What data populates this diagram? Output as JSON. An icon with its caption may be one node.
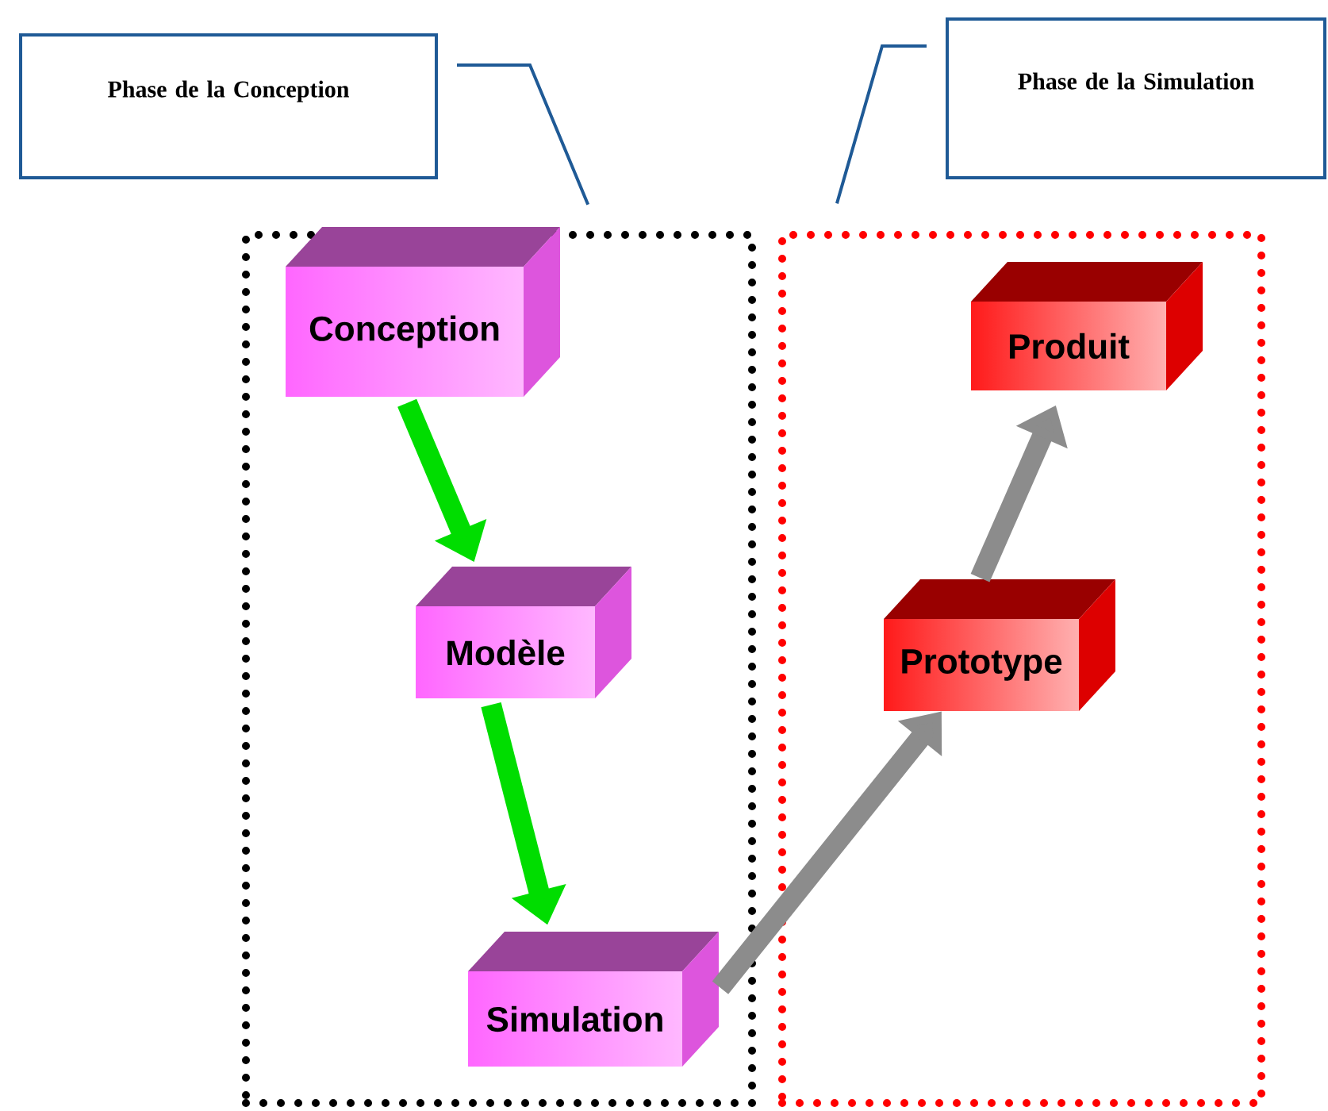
{
  "diagram": {
    "nodes": [
      {
        "text": [
          "Phase de la Conception"
        ]
      },
      {
        "text": [
          "Phase de la Simulation"
        ]
      },
      {
        "text": [],
        "shape": "box"
      },
      {
        "text": [],
        "shape": "box"
      },
      {
        "text": [
          "Conception"
        ],
        "in": 2
      },
      {
        "text": [
          "Modèle"
        ],
        "in": 2
      },
      {
        "text": [
          "Simulation"
        ],
        "in": 2
      },
      {
        "text": [
          "Produit"
        ],
        "in": 3
      },
      {
        "text": [
          "Prototype"
        ],
        "in": 3
      }
    ],
    "edges": [
      {
        "from": 0,
        "to": 2,
        "arrow": "none",
        "color": "#1f5a96"
      },
      {
        "from": 1,
        "to": 3,
        "arrow": "none",
        "color": "#1f5a96"
      },
      {
        "from": 4,
        "to": 5,
        "arrow": "to",
        "color": "#00dd00"
      },
      {
        "from": 5,
        "to": 6,
        "arrow": "to",
        "color": "#00dd00"
      },
      {
        "from": 6,
        "to": 8,
        "arrow": "to",
        "color": "#8c8c8c"
      },
      {
        "from": 8,
        "to": 7,
        "arrow": "to",
        "color": "#8c8c8c"
      }
    ]
  }
}
